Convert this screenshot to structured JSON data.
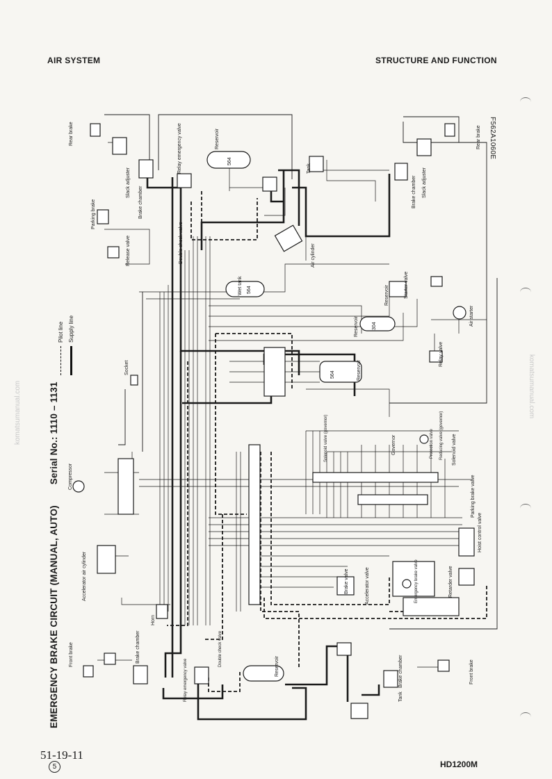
{
  "header": {
    "left": "AIR SYSTEM",
    "right": "STRUCTURE AND FUNCTION"
  },
  "title": {
    "main": "EMERGENCY BRAKE CIRCUIT (MANUAL, AUTO)",
    "serial": "Serial No.: 1110 – 1131"
  },
  "figure_code": "F562A1060E",
  "watermark": "komatsumanual.com",
  "legend": [
    {
      "label": "Pilot line",
      "style": "dashed"
    },
    {
      "label": "Supply line",
      "style": "thick"
    }
  ],
  "labels": {
    "rear_brake_l": "Rear brake",
    "slack_adjuster_l": "Slack adjuster",
    "brake_chamber_l": "Brake chamber",
    "relay_emergency_valve_top": "Relay emergency valve",
    "reservoir_top": "Reservoir",
    "reservoir_top_num": "564",
    "tank_top": "Tank",
    "brake_chamber_r": "Brake chamber",
    "slack_adjuster_r": "Slack adjuster",
    "rear_brake_r": "Rear brake",
    "parking_brake": "Parking brake",
    "release_valve": "Release valve",
    "double_check_valve_top": "Double check valve",
    "air_cylinder": "Air cylinder",
    "wet_tank": "Wet tank",
    "wet_tank_num": "564",
    "reservoir_mid": "Reservoir",
    "starter_valve": "Starter valve",
    "reservoir_304": "Reservoir",
    "reservoir_304_num": "304",
    "air_starter": "Air starter",
    "relay_valve": "Relay valve",
    "socket": "Socket",
    "reservoir_main": "Reservoir",
    "reservoir_main_num": "564",
    "solenoid_valve_gov": "Solenoid valve (governor)",
    "governor": "Governor",
    "protection_valve": "Protection valve",
    "reducing_valve": "Reducing valve (governor)",
    "solenoid_valve": "Solenoid valve",
    "parking_brake_valve": "Parking brake valve",
    "hoist_control_valve": "Hoist control valve",
    "compressor": "Compressor",
    "accelerator_air_cylinder": "Accelerator air cylinder",
    "horn": "Horn",
    "front_brake_l": "Front brake",
    "brake_chamber_fl": "Brake chamber",
    "relay_emergency_valve_bot": "Relay emergency valve",
    "double_check_valve_bot": "Double check valve",
    "reservoir_bot": "Reservoir",
    "brake_valve": "Brake valve",
    "accelerator_valve": "Accelerator valve",
    "emergency_brake_valve": "Emergency brake valve",
    "retarder_valve": "Retarder valve",
    "brake_chamber_fr": "Brake chamber",
    "tank_bot": "Tank",
    "front_brake_r": "Front brake"
  },
  "footer": {
    "page": "51-19-11",
    "revision": "5",
    "model": "HD1200M"
  }
}
